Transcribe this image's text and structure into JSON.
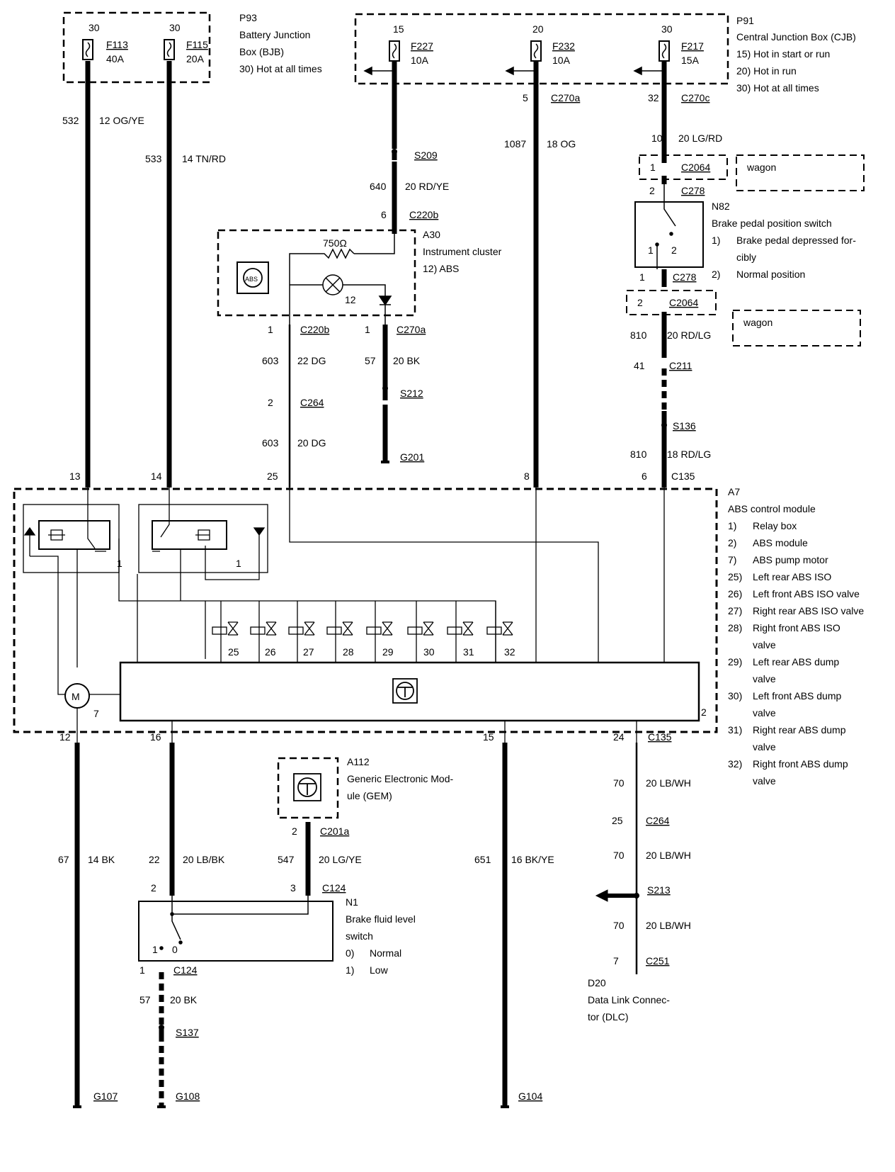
{
  "p93": {
    "id": "P93",
    "name1": "Battery Junction",
    "name2": "Box (BJB)",
    "note": "30)  Hot at all times"
  },
  "p91": {
    "id": "P91",
    "name": "Central Junction Box (CJB)",
    "note15": "15)  Hot in start or run",
    "note20": "20)  Hot in run",
    "note30": "30)  Hot at all times"
  },
  "fuses": [
    {
      "pin": "30",
      "name": "F113",
      "amp": "40A"
    },
    {
      "pin": "30",
      "name": "F115",
      "amp": "20A"
    },
    {
      "pin": "15",
      "name": "F227",
      "amp": "10A"
    },
    {
      "pin": "20",
      "name": "F232",
      "amp": "10A"
    },
    {
      "pin": "30",
      "name": "F217",
      "amp": "15A"
    }
  ],
  "labels": {
    "w532": "532",
    "w532c": "12 OG/YE",
    "w533": "533",
    "w533c": "14 TN/RD",
    "c270a_pin": "5",
    "c270a": "C270a",
    "c270c_pin": "32",
    "c270c": "C270c",
    "w1087": "1087",
    "w1087c": "18 OG",
    "s209": "S209",
    "w640": "640",
    "w640c": "20 RD/YE",
    "c220b_pin": "6",
    "c220b": "C220b",
    "a30": "A30",
    "a30_name": "Instrument cluster",
    "a30_note": "12)  ABS",
    "res": "750Ω",
    "lamp_no": "12",
    "abs_icon": "ABS",
    "w10": "10",
    "w10c": "20 LG/RD",
    "c2064_pin_a": "1",
    "c2064": "C2064",
    "wagon": "wagon",
    "c278_pin_a": "2",
    "c278": "C278",
    "n82": "N82",
    "n82_name": "Brake pedal position switch",
    "n82_n1a": "1)",
    "n82_n1b": "Brake pedal depressed for-",
    "n82_n1c": "cibly",
    "n82_n2a": "2)",
    "n82_n2b": "Normal position",
    "sw_1": "1",
    "sw_2": "2",
    "c278_pin_b": "1",
    "c2064_pin_b": "2",
    "c220b_pin1": "1",
    "c270a_pin1": "1",
    "w603": "603",
    "w603c": "22 DG",
    "w57": "57",
    "w57c": "20 BK",
    "c264_pin": "2",
    "c264": "C264",
    "s212": "S212",
    "w603b": "603",
    "w603bc": "20 DG",
    "g201": "G201",
    "w810": "810",
    "w810c": "20 RD/LG",
    "c211_pin": "41",
    "c211": "C211",
    "s136": "S136",
    "w810b": "810",
    "w810bc": "18 RD/LG",
    "p13": "13",
    "p14": "14",
    "p25": "25",
    "p8": "8",
    "p6": "6",
    "c135": "C135",
    "a7": "A7",
    "a7_name": "ABS control module",
    "a7_1": "1)",
    "a7_1t": "Relay box",
    "a7_2": "2)",
    "a7_2t": "ABS module",
    "a7_7": "7)",
    "a7_7t": "ABS pump motor",
    "a7_25": "25)",
    "a7_25t": "Left rear ABS ISO",
    "a7_26": "26)",
    "a7_26t": "Left front ABS ISO valve",
    "a7_27": "27)",
    "a7_27t": "Right rear ABS ISO valve",
    "a7_28": "28)",
    "a7_28t": "Right front ABS ISO",
    "a7_28u": "valve",
    "a7_29": "29)",
    "a7_29t": "Left rear ABS dump",
    "a7_29u": "valve",
    "a7_30": "30)",
    "a7_30t": "Left front ABS dump",
    "a7_30u": "valve",
    "a7_31": "31)",
    "a7_31t": "Right rear ABS dump",
    "a7_31u": "valve",
    "a7_32": "32)",
    "a7_32t": "Right front ABS dump",
    "a7_32u": "valve",
    "relay1": "1",
    "relay2": "1",
    "motor_no": "7",
    "module_no": "2",
    "motor_m": "M",
    "v25": "25",
    "v26": "26",
    "v27": "27",
    "v28": "28",
    "v29": "29",
    "v30": "30",
    "v31": "31",
    "v32": "32",
    "b12": "12",
    "b16": "16",
    "b15": "15",
    "b24": "24",
    "c135b": "C135",
    "a112": "A112",
    "a112_n1": "Generic Electronic Mod-",
    "a112_n2": "ule (GEM)",
    "c201a_pin": "2",
    "c201a": "C201a",
    "w67": "67",
    "w67c": "14 BK",
    "w22": "22",
    "w22c": "20 LB/BK",
    "w547": "547",
    "w547c": "20 LG/YE",
    "w651": "651",
    "w651c": "16 BK/YE",
    "w70a": "70",
    "w70ac": "20 LB/WH",
    "c264b_pin": "25",
    "c264b": "C264",
    "w70b": "70",
    "w70bc": "20 LB/WH",
    "s213": "S213",
    "w70c": "70",
    "w70cc": "20 LB/WH",
    "c251_pin": "7",
    "c251": "C251",
    "c124_p2": "2",
    "c124_p3": "3",
    "c124": "C124",
    "n1": "N1",
    "n1_n1": "Brake fluid level",
    "n1_n2": "switch",
    "n1_0": "0)",
    "n1_0t": "Normal",
    "n1_1": "1)",
    "n1_1t": "Low",
    "nsw_1": "1",
    "nsw_0": "0",
    "c124b_pin": "1",
    "c124b": "C124",
    "w57b": "57",
    "w57bc": "20 BK",
    "s137": "S137",
    "d20": "D20",
    "d20_n1": "Data Link Connec-",
    "d20_n2": "tor (DLC)",
    "g107": "G107",
    "g108": "G108",
    "g104": "G104"
  }
}
